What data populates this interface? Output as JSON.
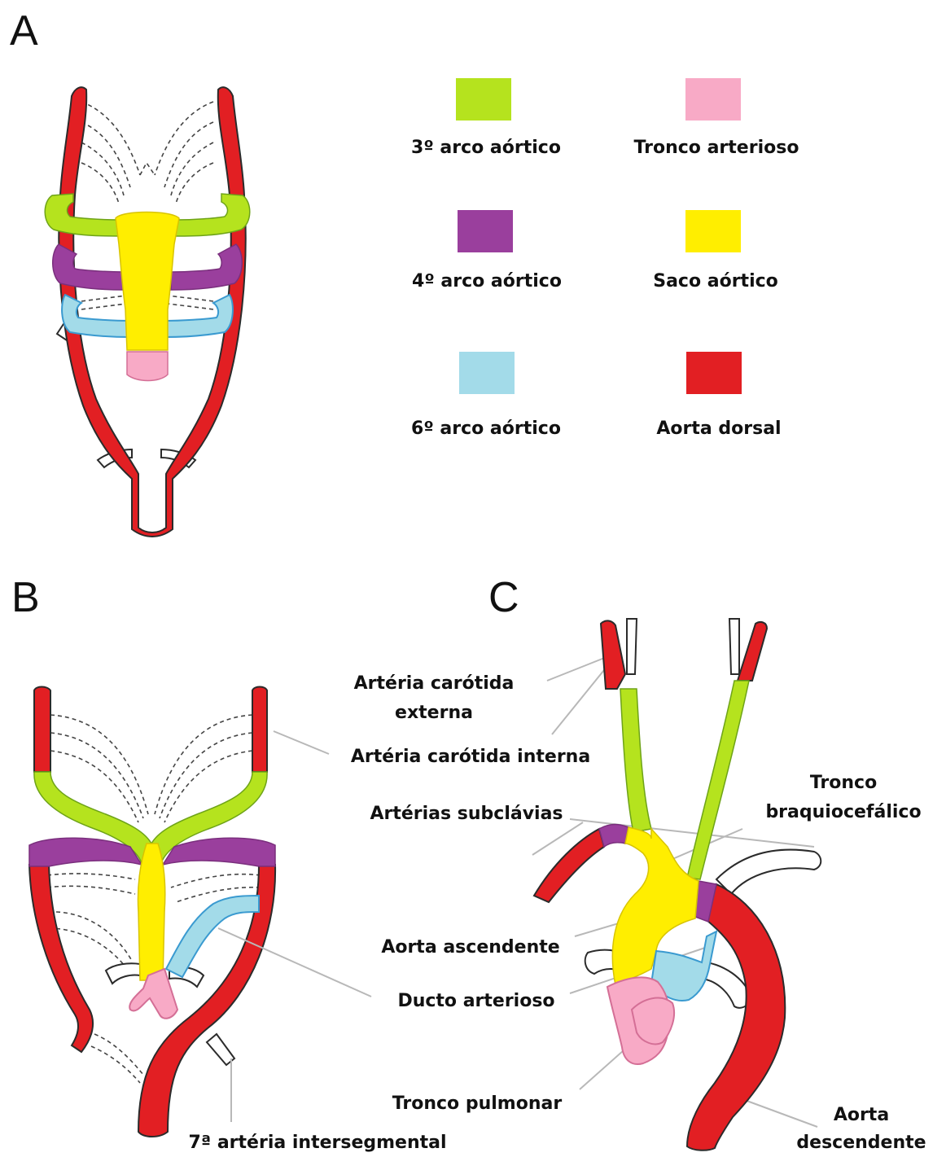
{
  "panels": {
    "a": "A",
    "b": "B",
    "c": "C"
  },
  "legend": [
    {
      "label": "3º arco aórtico",
      "color": "#b5e31e"
    },
    {
      "label": "Tronco arterioso",
      "color": "#f8aac6"
    },
    {
      "label": "4º arco aórtico",
      "color": "#9a3f9d"
    },
    {
      "label": "Saco aórtico",
      "color": "#ffee00"
    },
    {
      "label": "6º arco aórtico",
      "color": "#a3dbe9"
    },
    {
      "label": "Aorta dorsal",
      "color": "#e21f23"
    }
  ],
  "callouts": {
    "carotida_externa_1": "Artéria carótida",
    "carotida_externa_2": "externa",
    "carotida_interna": "Artéria carótida interna",
    "subclavias": "Artérias subclávias",
    "tronco_braquio_1": "Tronco",
    "tronco_braquio_2": "braquiocefálico",
    "aorta_ascendente": "Aorta ascendente",
    "ducto_arterioso": "Ducto arterioso",
    "tronco_pulmonar": "Tronco pulmonar",
    "intersegmental": "7ª artéria intersegmental",
    "aorta_descendente_1": "Aorta",
    "aorta_descendente_2": "descendente"
  },
  "colors": {
    "red": "#e21f23",
    "green": "#b5e31e",
    "purple": "#9a3f9d",
    "yellow": "#ffee00",
    "blue": "#a3dbe9",
    "pink": "#f8aac6",
    "outline": "#2b2b2b",
    "leader": "#b8b8b8"
  }
}
